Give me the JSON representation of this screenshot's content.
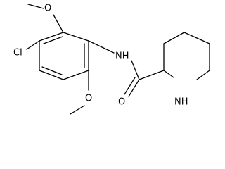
{
  "molecule": {
    "atoms": {
      "chlorine": "Cl",
      "methoxy_oxygen_top": "O",
      "methoxy_oxygen_bottom": "O",
      "amide_nitrogen": "NH",
      "carbonyl_oxygen": "O",
      "piperidine_nitrogen": "NH"
    }
  }
}
